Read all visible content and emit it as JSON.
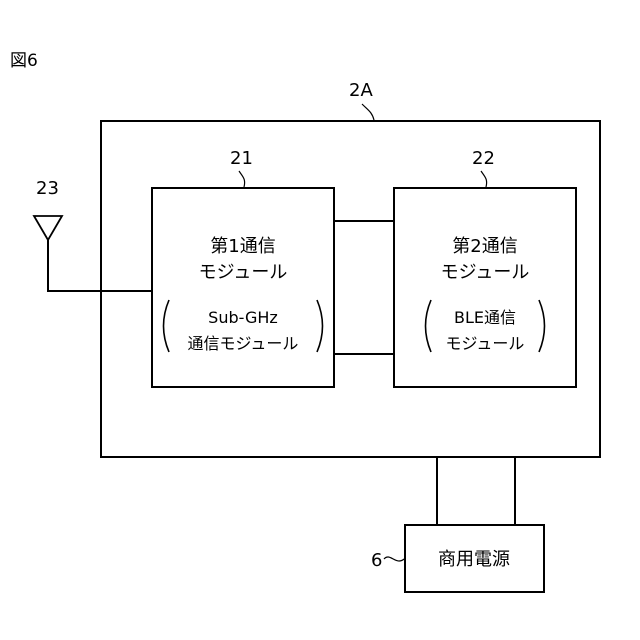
{
  "figure_label": "図6",
  "device": {
    "ref": "2A"
  },
  "module1": {
    "ref": "21",
    "line1": "第1通信",
    "line2": "モジュール",
    "paren_line1": "Sub-GHz",
    "paren_line2": "通信モジュール"
  },
  "module2": {
    "ref": "22",
    "line1": "第2通信",
    "line2": "モジュール",
    "paren_line1": "BLE通信",
    "paren_line2": "モジュール"
  },
  "antenna": {
    "ref": "23"
  },
  "power": {
    "ref": "6",
    "label": "商用電源"
  }
}
